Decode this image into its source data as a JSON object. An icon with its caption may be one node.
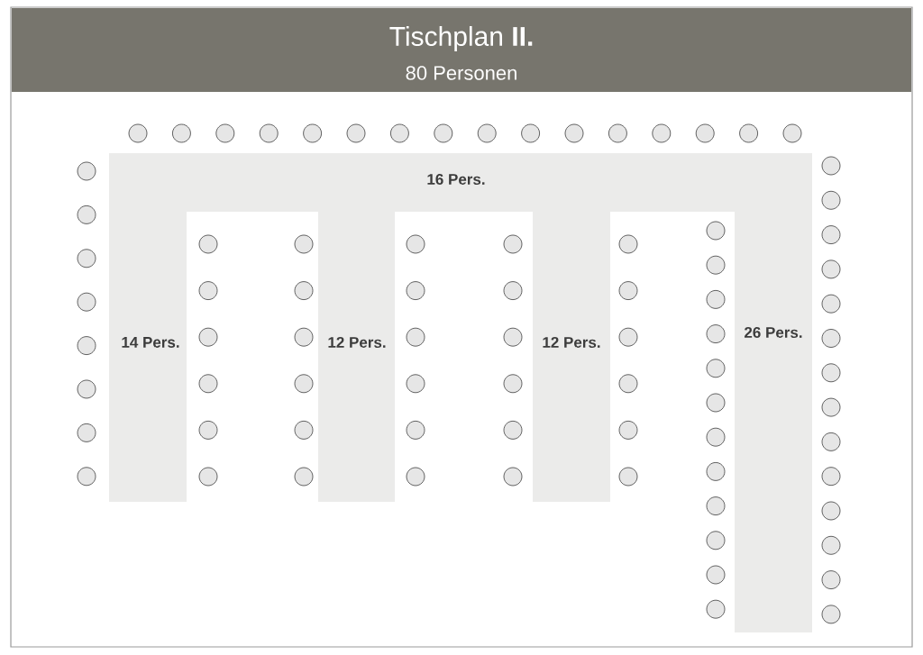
{
  "diagram": {
    "title": "Tischplan **II.**",
    "nodes": [
      {
        "text": [
          "16 Pers."
        ]
      },
      {
        "text": [
          "14 Pers."
        ]
      },
      {
        "text": [
          "12 Pers."
        ]
      },
      {
        "text": [
          "12 Pers."
        ]
      },
      {
        "text": [
          "26 Pers."
        ]
      }
    ],
    "labels": [
      "80 Personen"
    ]
  }
}
